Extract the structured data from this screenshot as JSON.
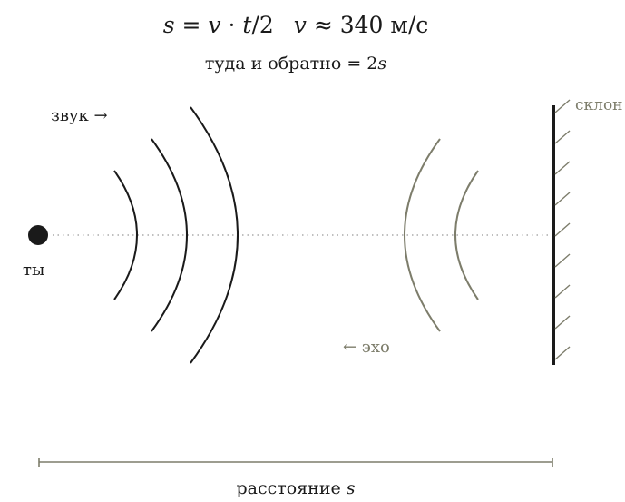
{
  "formula": {
    "s": "s",
    "eq1": " = ",
    "v": "v",
    "dot": " · ",
    "t": "t",
    "div2": "/2",
    "v2": "v",
    "approx": " ≈ 340 м/с"
  },
  "roundtrip": {
    "text": "туда и обратно = 2",
    "s": "s"
  },
  "labels": {
    "sound": "звук →",
    "you": "ты",
    "echo": "← эхо",
    "slope": "склон",
    "distance": "расстояние ",
    "distance_var": "s"
  },
  "colors": {
    "ink": "#1a1a1a",
    "echo": "#7d7d6b",
    "dots": "#9a9a9a"
  }
}
